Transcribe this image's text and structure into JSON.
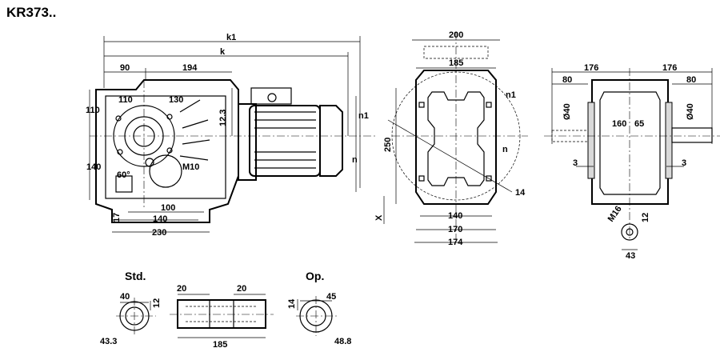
{
  "title": "KR373..",
  "views": {
    "side": {
      "dims": {
        "k1": "k1",
        "k": "k",
        "d90": "90",
        "d194": "194",
        "d110": "110",
        "d110b": "110",
        "d130": "130",
        "d12_3": "12.3",
        "d140": "140",
        "d60": "60°",
        "m10": "M10",
        "d17": "17",
        "d100": "100",
        "d140b": "140",
        "d230": "230",
        "n1": "n1",
        "n": "n"
      }
    },
    "front": {
      "dims": {
        "d200": "200",
        "d185": "185",
        "d250": "250",
        "d14": "14",
        "x": "X",
        "d140": "140",
        "d170": "170",
        "d174": "174",
        "n1": "n1",
        "n": "n"
      }
    },
    "right": {
      "dims": {
        "d176a": "176",
        "d176b": "176",
        "d80a": "80",
        "d80b": "80",
        "d40a": "Ø40",
        "d40b": "Ø40",
        "d160": "160",
        "d65": "65",
        "d3a": "3",
        "d3b": "3",
        "m16": "M16",
        "d12": "12",
        "d43": "43"
      }
    },
    "std": {
      "label": "Std.",
      "dims": {
        "d40": "40",
        "d12": "12",
        "d43_3": "43.3"
      }
    },
    "shaft": {
      "dims": {
        "d20a": "20",
        "d20b": "20",
        "d185": "185"
      }
    },
    "op": {
      "label": "Op.",
      "dims": {
        "d14": "14",
        "d45": "45",
        "d48_8": "48.8"
      }
    }
  }
}
